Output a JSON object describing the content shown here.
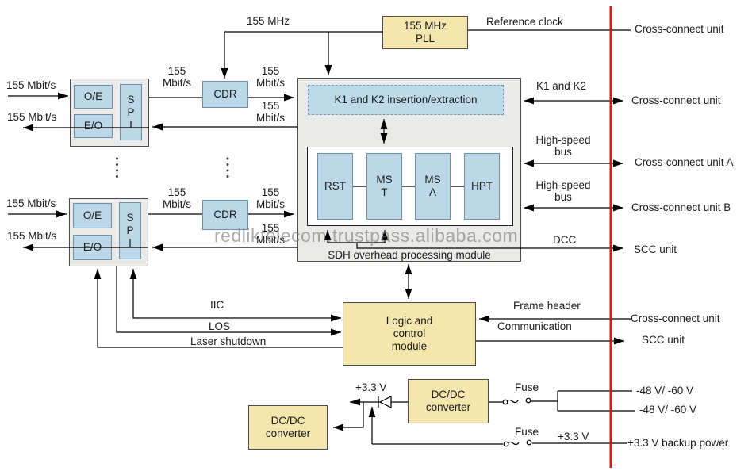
{
  "watermark": "redliktelecom.trustpass.alibaba.com",
  "clock": {
    "bus_label": "155 MHz",
    "pll_line1": "155 MHz",
    "pll_line2": "PLL"
  },
  "transceiver": {
    "oe": "O/E",
    "eo": "E/O",
    "spi": [
      "S",
      "P",
      "I"
    ],
    "cdr": "CDR",
    "rate": "155 Mbit/s",
    "rate2": [
      "155",
      "Mbit/s"
    ]
  },
  "sdh": {
    "k1k2_box": "K1 and K2 insertion/extraction",
    "blocks": [
      [
        "RST"
      ],
      [
        "MS",
        "T"
      ],
      [
        "MS",
        "A"
      ],
      [
        "HPT"
      ]
    ],
    "caption": "SDH overhead processing module"
  },
  "logic": {
    "line1": "Logic and",
    "line2": "control",
    "line3": "module"
  },
  "control_signals": {
    "iic": "IIC",
    "los": "LOS",
    "laser": "Laser shutdown"
  },
  "io": {
    "reference": {
      "signal": "Reference clock",
      "unit": "Cross-connect unit"
    },
    "k1k2": {
      "signal": "K1 and K2",
      "unit": "Cross-connect unit"
    },
    "hsbusA": {
      "signal1": "High-speed",
      "signal2": "bus",
      "unit": "Cross-connect unit A"
    },
    "hsbusB": {
      "signal1": "High-speed",
      "signal2": "bus",
      "unit": "Cross-connect unit B"
    },
    "dcc": {
      "signal": "DCC",
      "unit": "SCC unit"
    },
    "frame": {
      "signal": "Frame header",
      "unit": "Cross-connect unit"
    },
    "comm": {
      "signal": "Communication",
      "unit": "SCC unit"
    }
  },
  "power": {
    "dcdc_line1": "DC/DC",
    "dcdc_line2": "converter",
    "v33": "+3.3 V",
    "fuse": "Fuse",
    "input1": "-48 V/ -60 V",
    "input2": "-48 V/ -60 V",
    "backup": "+3.3 V backup power"
  },
  "colors": {
    "yellow_box": "#F5E6AE",
    "blue_box": "#BCD8E8",
    "gray_panel": "#EAEAE8",
    "backplane_line": "#C9211E"
  }
}
